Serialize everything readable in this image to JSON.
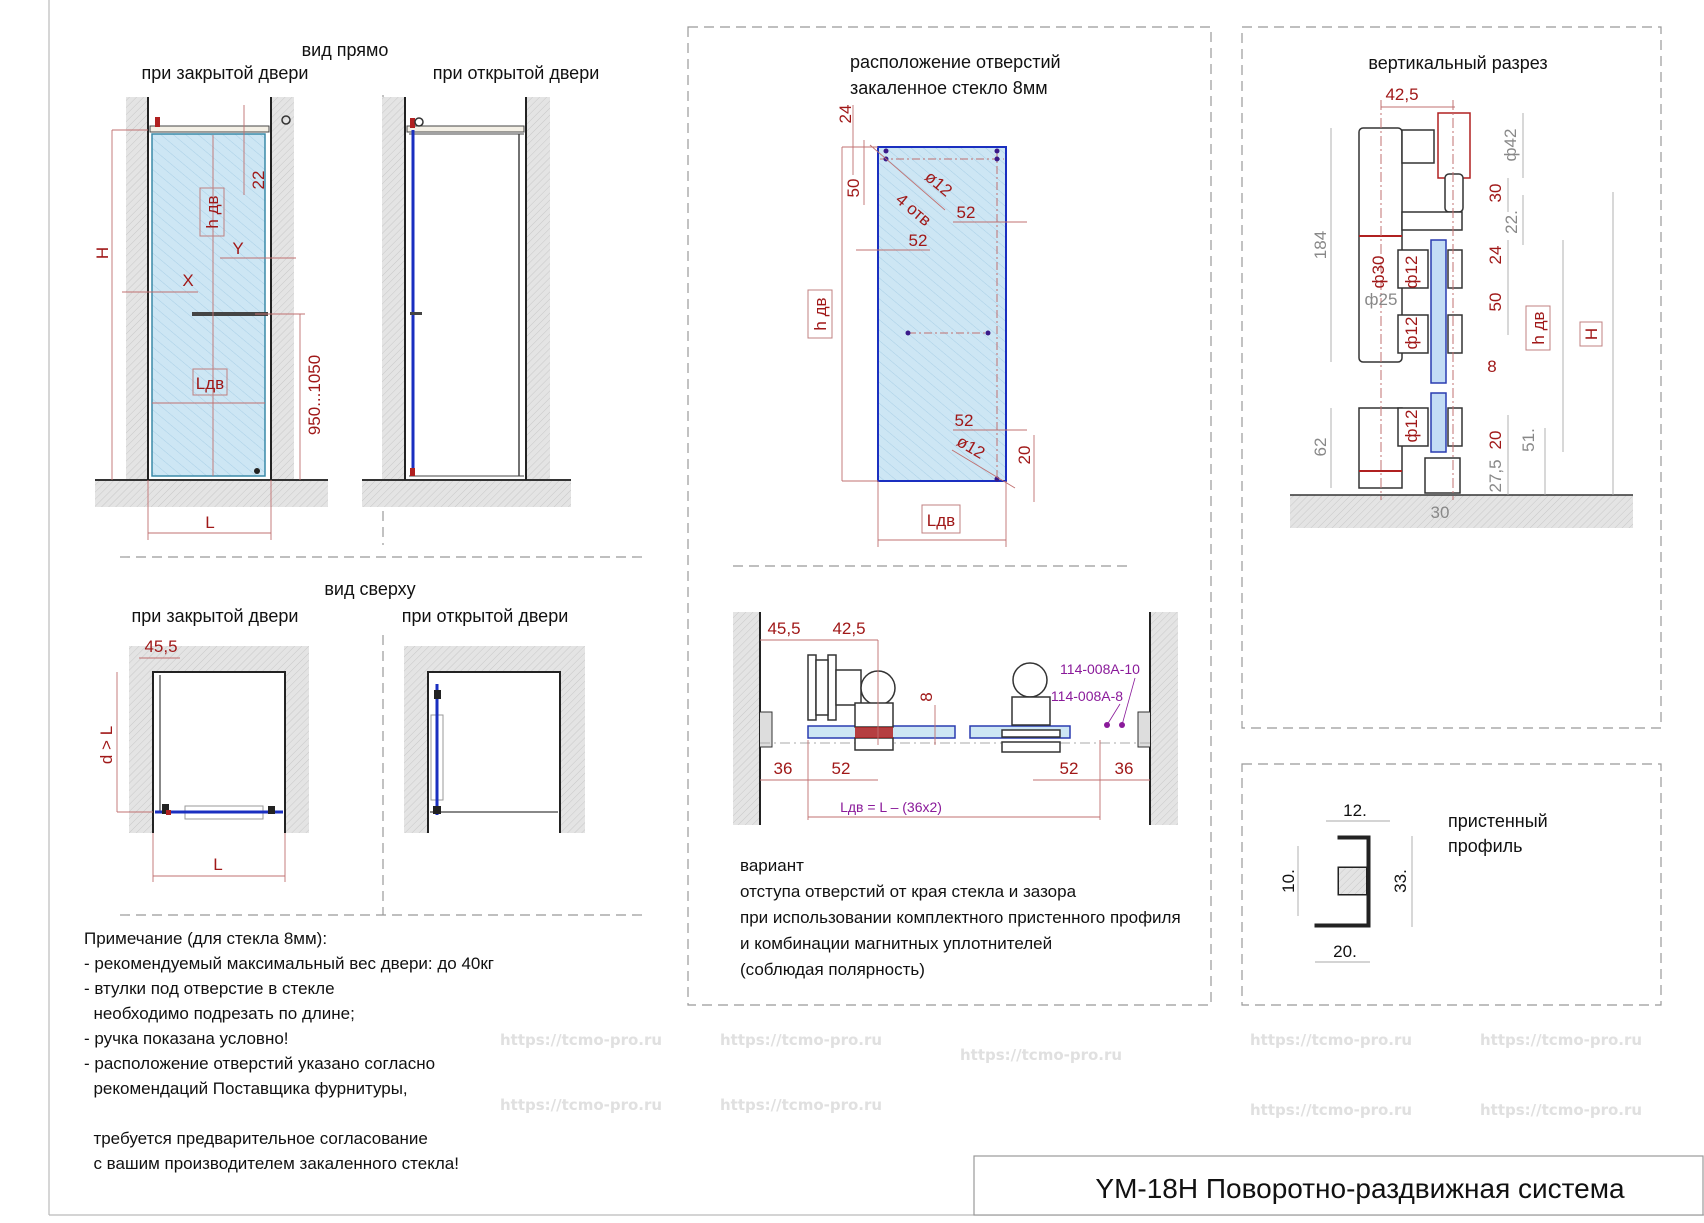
{
  "title_block": {
    "title": "YM-18H Поворотно-раздвижная система"
  },
  "front_view": {
    "heading": "вид прямо",
    "closed_label": "при закрытой двери",
    "open_label": "при открытой двери",
    "dims": {
      "H": "H",
      "L": "L",
      "gap_top": "22",
      "h_door": "h дв",
      "Y": "Y",
      "X": "X",
      "L_door": "Lдв",
      "handle_height": "950...1050"
    }
  },
  "top_view": {
    "heading": "вид сверху",
    "closed_label": "при закрытой двери",
    "open_label": "при открытой двери",
    "dims": {
      "offset": "45,5",
      "depth": "d > L",
      "L": "L"
    }
  },
  "notes": {
    "lines": [
      "Примечание (для стекла 8мм):",
      "- рекомендуемый максимальный вес двери: до 40кг",
      "- втулки под отверстие в стекле",
      "  необходимо подрезать по длине;",
      "- ручка показана условно!",
      "- расположение отверстий указано согласно",
      "  рекомендаций Поставщика фурнитуры,",
      "",
      "  требуется предварительное согласование",
      "  с вашим производителем закаленного стекла!"
    ]
  },
  "holes_view": {
    "heading1": "расположение отверстий",
    "heading2": "закаленное стекло 8мм",
    "dims": {
      "top24": "24",
      "top50": "50",
      "hole_top": "ø12",
      "holes_count": "4 отв",
      "right52a": "52",
      "left52": "52",
      "right52b": "52",
      "hole_bottom": "ø12",
      "bottom20": "20",
      "h_door": "h дв",
      "L_door": "Lдв"
    }
  },
  "plan_section": {
    "dims": {
      "d45": "45,5",
      "d42": "42,5",
      "glass8": "8",
      "d36l": "36",
      "d52l": "52",
      "d52r": "52",
      "d36r": "36",
      "formula": "Lдв = L – (36x2)"
    },
    "parts": [
      "114-008A-10",
      "114-008A-8"
    ],
    "variant_lines": [
      "вариант",
      "отступа отверстий от края стекла и зазора",
      "при использовании комплектного пристенного профиля",
      "и комбинации магнитных уплотнителей",
      "(соблюдая полярность)"
    ]
  },
  "vertical_section": {
    "heading": "вертикальный разрез",
    "dims": {
      "w42": "42,5",
      "roller": "ф42",
      "d30": "30",
      "d22": "22.",
      "h184": "184",
      "d24": "24",
      "f30": "ф30",
      "f12a": "ф12",
      "f25": "ф25",
      "d50": "50",
      "h_door": "h дв",
      "H": "H",
      "f12b": "ф12",
      "glass8": "8",
      "f12c": "ф12",
      "h62": "62",
      "d20": "20",
      "d51": "51.",
      "d275": "27,5",
      "w30": "30"
    }
  },
  "wall_profile": {
    "label1": "пристенный",
    "label2": "профиль",
    "dims": {
      "w12": "12.",
      "h10": "10.",
      "h33": "33.",
      "w20": "20."
    }
  },
  "watermark": "https://tcmo-pro.ru",
  "colors": {
    "dimension": "#a01818",
    "glass": "#cde6f4",
    "glass_edge": "#2a3cb0",
    "part_label": "#8a1a9a"
  }
}
